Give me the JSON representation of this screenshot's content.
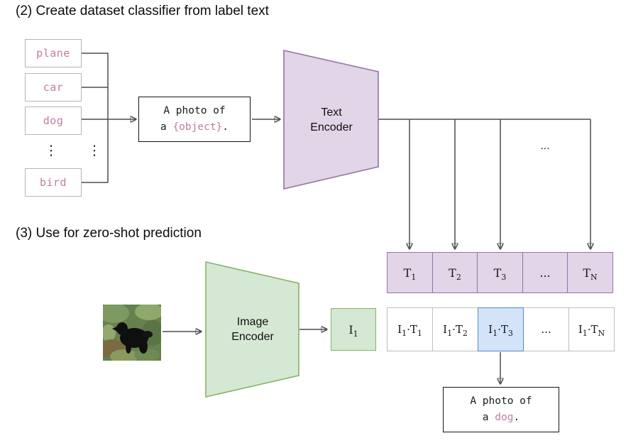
{
  "colors": {
    "purple_fill": "#E1D5E7",
    "purple_border": "#9673A6",
    "green_fill": "#D5E8D4",
    "green_border": "#82B366",
    "highlight_fill": "#D3E3F8",
    "highlight_border": "#5B87C5",
    "label_text": "#BD7DA1",
    "line_color": "#4D4D4D"
  },
  "section2": {
    "title": "(2) Create dataset classifier from label text",
    "labels": [
      "plane",
      "car",
      "dog",
      "bird"
    ],
    "vertical_ellipsis": "⋮",
    "prompt_box": {
      "line1": "A photo of",
      "line2_prefix": "a ",
      "object_token": "{object}",
      "line2_suffix": "."
    },
    "text_encoder_label": "Text Encoder",
    "gap_ellipsis": "...",
    "text_embeddings": [
      {
        "base": "T",
        "sub": "1"
      },
      {
        "base": "T",
        "sub": "2"
      },
      {
        "base": "T",
        "sub": "3"
      },
      {
        "base": "...",
        "sub": ""
      },
      {
        "base": "T",
        "sub": "N"
      }
    ]
  },
  "section3": {
    "title": "(3) Use for zero-shot prediction",
    "image_encoder_label": "Image Encoder",
    "image_embedding": {
      "base": "I",
      "sub": "1"
    },
    "logits": [
      {
        "a": "I",
        "a_sub": "1",
        "dot": "·",
        "b": "T",
        "b_sub": "1",
        "highlight": false
      },
      {
        "a": "I",
        "a_sub": "1",
        "dot": "·",
        "b": "T",
        "b_sub": "2",
        "highlight": false
      },
      {
        "a": "I",
        "a_sub": "1",
        "dot": "·",
        "b": "T",
        "b_sub": "3",
        "highlight": true
      },
      {
        "a": "...",
        "a_sub": "",
        "dot": "",
        "b": "",
        "b_sub": "",
        "highlight": false
      },
      {
        "a": "I",
        "a_sub": "1",
        "dot": "·",
        "b": "T",
        "b_sub": "N",
        "highlight": false
      }
    ],
    "output_box": {
      "line1": "A photo of",
      "line2_prefix": "a ",
      "object_token": "dog",
      "line2_suffix": "."
    }
  }
}
